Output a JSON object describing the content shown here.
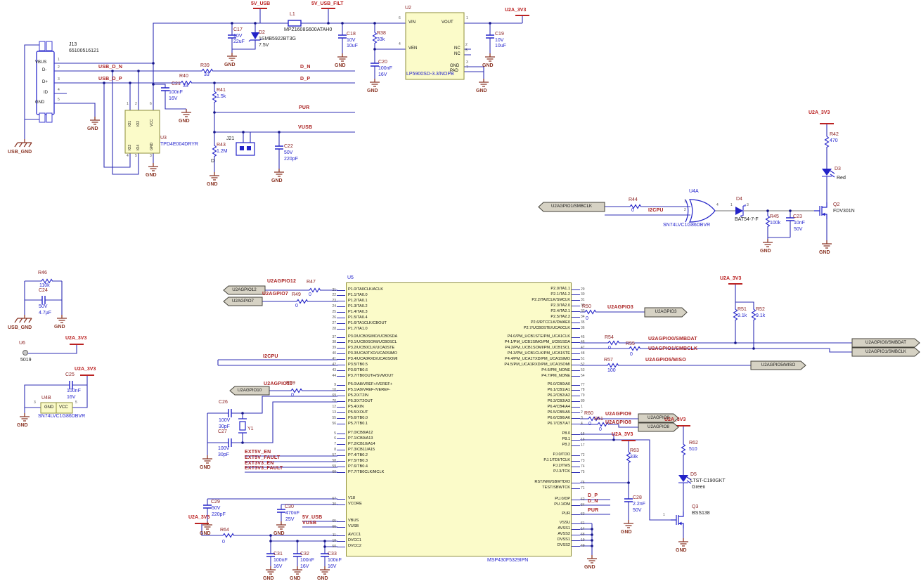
{
  "t": {
    "v5usb": "5V_USB",
    "v5filt": "5V_USB_FILT",
    "u2a3v3": "U2A_3V3",
    "gnd": "GND",
    "usbgnd": "USB_GND",
    "j13": "J13",
    "j13pn": "65100516121",
    "vbus": "VBUS",
    "dm": "D-",
    "dp": "D+",
    "id": "ID",
    "c17": "C17",
    "v10": "10V",
    "v22u": "22uF",
    "d2": "D2",
    "d2pn": "1SMB5922BT3G",
    "d2v": "7.5V",
    "l1": "L1",
    "l1pn": "MPZ1608S600ATAH0",
    "c18": "C18",
    "v10u": "10uF",
    "r38": "R38",
    "v33k": "33k",
    "c20": "C20",
    "v100n": "100nF",
    "v16": "16V",
    "u2": "U2",
    "u2pn": "LP5900SD-3.3/NOPB",
    "vin": "VIN",
    "ven": "VEN",
    "vout": "VOUT",
    "nc": "NC",
    "pad": "PAD",
    "c19": "C19",
    "usbdn": "USB_D_N",
    "usbdp": "USB_D_P",
    "dnn": "D_N",
    "dpn": "D_P",
    "r39": "R39",
    "v33": "33",
    "r40": "R40",
    "c21": "C21",
    "r41": "R41",
    "v15k": "1.5k",
    "u3": "U3",
    "u3pn": "TPD4E004DRYR",
    "io1": "IO1",
    "io2": "IO2",
    "io3": "IO3",
    "io4": "IO4",
    "vcc": "VCC",
    "pur": "PUR",
    "vusb": "VUSB",
    "r43": "R43",
    "v12m": "1.2M",
    "dd": "D",
    "j21": "J21",
    "c22": "C22",
    "v50": "50V",
    "v220p": "220pF",
    "r46": "R46",
    "v110k": "110k",
    "c24": "C24",
    "v47u": "4.7µF",
    "u6": "U6",
    "u6pn": "5019",
    "c25": "C25",
    "u4b": "U4B",
    "u4pn": "SN74LVC1G86DBVR",
    "u4a": "U4A",
    "r44": "R44",
    "v0": "0",
    "i2cpu": "I2CPU",
    "d4": "D4",
    "d4pn": "BAT54-7-F",
    "r45": "R45",
    "v100k": "100k",
    "c23": "C23",
    "v10n": "10nF",
    "q2": "Q2",
    "q2pn": "FDV301N",
    "d3": "D3",
    "red": "Red",
    "r42": "R42",
    "v470": "470",
    "u5": "U5",
    "u5pn": "MSP430F5329IPN",
    "gpio12": "U2AGPIO12",
    "r47": "R47",
    "gpio7": "U2AGPIO7",
    "r49": "R49",
    "gpio10": "U2AGPIO10",
    "r59": "R59",
    "c26": "C26",
    "v100v": "100V",
    "v30p": "30pF",
    "y1": "Y1",
    "c27": "C27",
    "e5en": "EXT5V_EN",
    "e5f": "EXT5V_FAULT",
    "e3en": "EXT3V3_EN",
    "e3f": "EXT3V3_FAULT",
    "c29": "C29",
    "c30": "C30",
    "v470n": "470nF",
    "v25": "25V",
    "r64": "R64",
    "c31": "C31",
    "c32": "C32",
    "c33": "C33",
    "r50": "R50",
    "gpio3": "U2AGPIO3",
    "r54": "R54",
    "smbdat": "U2AGPIO0/SMBDAT",
    "r55": "R55",
    "smbclk": "U2AGPIO1/SMBCLK",
    "r57": "R57",
    "v100": "100",
    "miso": "U2AGPIO5/MISO",
    "r51": "R51",
    "r52": "R52",
    "v91k": "9.1k",
    "r60": "R60",
    "r61": "R61",
    "gpio9": "U2AGPIO9",
    "gpio8": "U2AGPIO8",
    "r62": "R62",
    "v510": "510",
    "d5": "D5",
    "d5pn": "LTST-C190GKT",
    "green": "Green",
    "q3": "Q3",
    "q3pn": "BSS138",
    "r63": "R63",
    "c28": "C28",
    "v22n": "2.2nF",
    "d1": "1",
    "d2n": "2",
    "d3n": "3",
    "d4n": "4",
    "d5n": "5",
    "d6n": "6",
    "d7n": "7"
  },
  "mcu": {
    "ref": "U5",
    "part": "MSP430F5329IPN",
    "left_groups": [
      {
        "pins": [
          [
            "21",
            "P1.0/TA0CLK/ACLK"
          ],
          [
            "22",
            "P1.1/TA0.0"
          ],
          [
            "23",
            "P1.2/TA0.1"
          ],
          [
            "24",
            "P1.3/TA0.2"
          ],
          [
            "25",
            "P1.4/TA0.3"
          ],
          [
            "26",
            "P1.5/TA0.4"
          ],
          [
            "27",
            "P1.6/TA1CLK/CBOUT"
          ],
          [
            "28",
            "P1.7/TA1.0"
          ]
        ]
      },
      {
        "pins": [
          [
            "37",
            "P3.0/UCB0SIMO/UCB0SDA"
          ],
          [
            "38",
            "P3.1/UCB0SOMI/UCB0SCL"
          ],
          [
            "39",
            "P3.2/UCB0CLK/UCA0STE"
          ],
          [
            "40",
            "P3.3/UCA0TXD/UCA0SIMO"
          ],
          [
            "41",
            "P3.4/UCA0RXD/UCA0SOMI"
          ],
          [
            "42",
            "P3.5/TB0.5"
          ],
          [
            "43",
            "P3.6/TB0.6"
          ],
          [
            "44",
            "P3.7/TB0OUTH/SVMOUT"
          ]
        ]
      },
      {
        "pins": [
          [
            "9",
            "P5.0/A8/VREF+/VEREF+"
          ],
          [
            "10",
            "P5.1/A9/VREF-/VEREF-"
          ],
          [
            "69",
            "P5.2/XT2IN"
          ],
          [
            "70",
            "P5.3/XT2OUT"
          ],
          [
            "12",
            "P5.4/XIN"
          ],
          [
            "13",
            "P5.5/XOUT"
          ],
          [
            "55",
            "P5.6/TB0.0"
          ],
          [
            "56",
            "P5.7/TB0.1"
          ]
        ]
      },
      {
        "pins": [
          [
            "5",
            "P7.0/CB8/A12"
          ],
          [
            "6",
            "P7.1/CB9/A13"
          ],
          [
            "7",
            "P7.2/CB10/A14"
          ],
          [
            "8",
            "P7.3/CB11/A15"
          ],
          [
            "57",
            "P7.4/TB0.2"
          ],
          [
            "58",
            "P7.5/TB0.3"
          ],
          [
            "59",
            "P7.6/TB0.4"
          ],
          [
            "60",
            "P7.7/TB0CLK/MCLK"
          ]
        ]
      },
      {
        "pins": [
          [
            "67",
            "V18"
          ],
          [
            "20",
            "VCORE"
          ]
        ]
      },
      {
        "pins": [
          [
            "65",
            "VBUS"
          ],
          [
            "66",
            "VUSB"
          ]
        ]
      },
      {
        "pins": [
          [
            "11",
            "AVCC1"
          ],
          [
            "18",
            "DVCC1"
          ],
          [
            "50",
            "DVCC2"
          ]
        ]
      }
    ],
    "right_groups": [
      {
        "pins": [
          [
            "29",
            "P2.0/TA1.1"
          ],
          [
            "30",
            "P2.1/TA1.2"
          ],
          [
            "31",
            "P2.2/TA2CLK/SMCLK"
          ],
          [
            "32",
            "P2.3/TA2.0"
          ],
          [
            "33",
            "P2.4/TA2.1"
          ],
          [
            "34",
            "P2.5/TA2.2"
          ],
          [
            "35",
            "P2.6/RTCCLK/DMAE0"
          ],
          [
            "36",
            "P2.7/UCB0STE/UCA0CLK"
          ]
        ]
      },
      {
        "pins": [
          [
            "45",
            "P4.0/PM_UCB1STE/PM_UCA1CLK"
          ],
          [
            "46",
            "P4.1/PM_UCB1SIMO/PM_UCB1SDA"
          ],
          [
            "47",
            "P4.2/PM_UCB1SOMI/PM_UCB1SCL"
          ],
          [
            "48",
            "P4.3/PM_UCB1CLK/PM_UCA1STE"
          ],
          [
            "51",
            "P4.4/PM_UCA1TXD/PM_UCA1SIMO"
          ],
          [
            "52",
            "P4.5/PM_UCA1RXD/PM_UCA1SOMI"
          ],
          [
            "53",
            "P4.6/PM_NONE"
          ],
          [
            "54",
            "P4.7/PM_NONE"
          ]
        ]
      },
      {
        "pins": [
          [
            "77",
            "P6.0/CB0/A0"
          ],
          [
            "78",
            "P6.1/CB1/A1"
          ],
          [
            "79",
            "P6.2/CB2/A2"
          ],
          [
            "80",
            "P6.3/CB3/A3"
          ],
          [
            "1",
            "P6.4/CB4/A4"
          ],
          [
            "2",
            "P6.5/CB5/A5"
          ],
          [
            "3",
            "P6.6/CB6/A6"
          ],
          [
            "4",
            "P6.7/CB7/A7"
          ]
        ]
      },
      {
        "pins": [
          [
            "15",
            "P8.0"
          ],
          [
            "16",
            "P8.1"
          ],
          [
            "17",
            "P8.2"
          ]
        ]
      },
      {
        "pins": [
          [
            "72",
            "PJ.0/TDO"
          ],
          [
            "73",
            "PJ.1/TDI/TCLK"
          ],
          [
            "74",
            "PJ.2/TMS"
          ],
          [
            "75",
            "PJ.3/TCK"
          ]
        ]
      },
      {
        "pins": [
          [
            "76",
            "RST/NMI/SBWTDIO"
          ],
          [
            "71",
            "TEST/SBWTCK"
          ]
        ]
      },
      {
        "pins": [
          [
            "62",
            "PU.0/DP"
          ],
          [
            "64",
            "PU.1/DM"
          ]
        ]
      },
      {
        "pins": [
          [
            "63",
            "PUR"
          ]
        ]
      },
      {
        "pins": [
          [
            "61",
            "VSSU"
          ],
          [
            "14",
            "AVSS1"
          ],
          [
            "68",
            "AVSS2"
          ],
          [
            "19",
            "DVSS1"
          ],
          [
            "49",
            "DVSS2"
          ]
        ]
      }
    ]
  },
  "tags": {
    "gpio12": "U2AGPIO12",
    "gpio7": "U2AGPIO7",
    "gpio10": "U2AGPIO10",
    "smbclk_in": "U2AGPIO1/SMBCLK",
    "gpio3": "U2AGPIO3",
    "smbdat": "U2AGPIO0/SMBDAT",
    "smbclk": "U2AGPIO1/SMBCLK",
    "miso": "U2AGPIO5/MISO",
    "gpio9": "U2AGPIO9",
    "gpio8": "U2AGPIO8"
  },
  "colors": {
    "wire": "#2f2fb4",
    "glyph": "#2323c8",
    "chip_fill": "#fbfbc9",
    "chip_border": "#8f8f3a",
    "gnd": "#8b3626",
    "power": "#bb2222",
    "net": "#aa2222",
    "value": "#2525cd",
    "refdes": "#8a1f1f",
    "tag_fill": "#d6d2c4",
    "tag_border": "#44423a"
  }
}
